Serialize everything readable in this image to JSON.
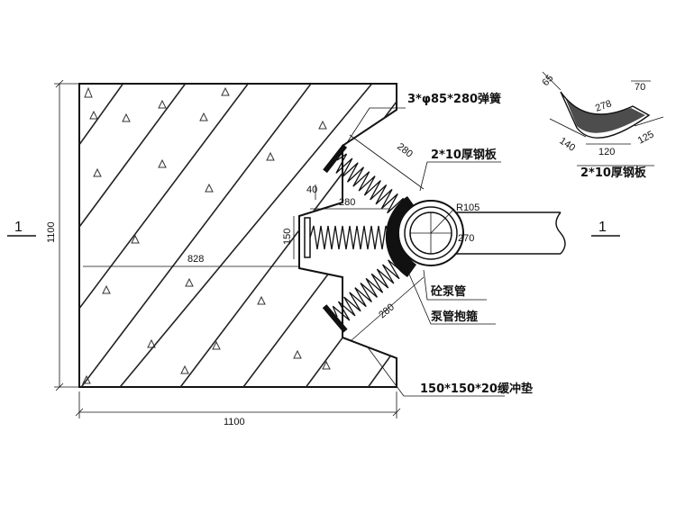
{
  "section_marks": {
    "left": "1",
    "right": "1"
  },
  "dimensions": {
    "wall_height": "1100",
    "wall_width": "1100",
    "offset_828": "828",
    "spring_len_top": "280",
    "spring_len_mid": "280",
    "spring_len_bottom": "280",
    "pad_150": "150",
    "gap_40": "40",
    "radius_outer": "R105",
    "dia_pipe": "270"
  },
  "labels": {
    "spring": "3*φ85*280弹簧",
    "steel_plate_main": "2*10厚钢板",
    "pump_pipe": "砼泵管",
    "pipe_clamp": "泵管抱箍",
    "buffer_pad": "150*150*20缓冲垫"
  },
  "detail": {
    "title": "2*10厚钢板",
    "dims": {
      "a": "65",
      "b": "278",
      "c": "70",
      "d": "140",
      "e": "120",
      "f": "125"
    }
  }
}
